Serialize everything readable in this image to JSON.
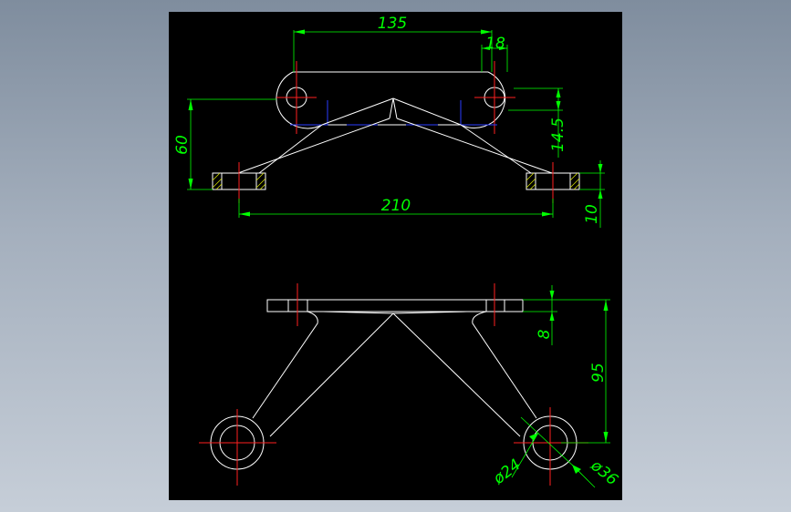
{
  "dimensions": {
    "top_view": {
      "hole_spacing": "135",
      "lug_offset": "18",
      "height": "60",
      "rise": "14.5",
      "base_width": "210",
      "plate_thickness": "10"
    },
    "front_view": {
      "plate_thickness": "8",
      "height": "95",
      "inner_diameter": "ø24",
      "outer_diameter": "ø36"
    }
  },
  "colors": {
    "background": "#000000",
    "geometry": "#ffffff",
    "centerlines": "#ff2020",
    "dimensions": "#00ff00",
    "hatch": "#d6e000",
    "hidden": "#2a3cff"
  }
}
